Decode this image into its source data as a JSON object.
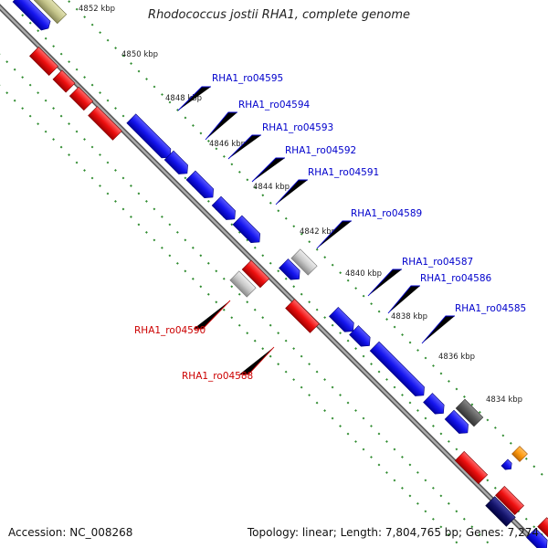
{
  "header": {
    "title": "Rhodococcus jostii RHA1, complete genome"
  },
  "footer": {
    "accession": "Accession: NC_008268",
    "summary": "Topology: linear; Length: 7,804,765 bp; Genes: 7,274"
  },
  "ruler": {
    "labels": [
      "4852 kbp",
      "4850 kbp",
      "4848 kbp",
      "4846 kbp",
      "4844 kbp",
      "4842 kbp",
      "4840 kbp",
      "4838 kbp",
      "4836 kbp",
      "4834 kbp"
    ]
  },
  "genes": {
    "forward_labels": [
      "RHA1_ro04595",
      "RHA1_ro04594",
      "RHA1_ro04593",
      "RHA1_ro04592",
      "RHA1_ro04591",
      "RHA1_ro04589",
      "RHA1_ro04587",
      "RHA1_ro04586",
      "RHA1_ro04585"
    ],
    "reverse_labels": [
      "RHA1_ro04590",
      "RHA1_ro04588"
    ]
  },
  "colors": {
    "forward_gene": "#0000ee",
    "reverse_gene": "#ee0000",
    "label_forward": "#0000cc",
    "label_reverse": "#cc0000",
    "backbone": "#888888",
    "tick": "#2e8b2e"
  }
}
